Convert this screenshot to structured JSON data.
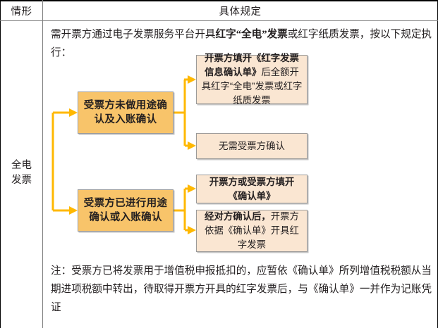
{
  "table": {
    "headers": [
      "情形",
      "具体规定"
    ],
    "row_label": "全电\n发票"
  },
  "intro": {
    "part1": "需开票方通过电子发票服务平台开具",
    "bold": "红字“全电”发票",
    "part2": "或红字纸质发票，按以下规定执行："
  },
  "flowchart": {
    "type": "flow-diagram",
    "accent_color": "#ffb800",
    "node_main_fill": "#f8c46a",
    "node_sub_fill": "#fae6d2",
    "node_border": "#9a9a9a",
    "branches": [
      {
        "condition": "受票方未做用途确\n认及入账确认",
        "outcomes": [
          {
            "bold": "开票方填开《红字发票信息确认单》",
            "rest": "后全额开具红字“全电”发票或红字纸质发票"
          },
          {
            "bold": "",
            "rest": "无需受票方确认"
          }
        ]
      },
      {
        "condition": "受票方已进行用途\n确认或入账确认",
        "outcomes": [
          {
            "bold": "开票方或受票方填开《确认单》",
            "rest": ""
          },
          {
            "bold": "经对方确认后，",
            "rest": "开票方依据《确认单》开具红字发票"
          }
        ]
      }
    ]
  },
  "note": {
    "text": "注：受票方已将发票用于增值税申报抵扣的，应暂依《确认单》所列增值税税额从当期进项税额中转出，待取得开票方开具的红字发票后，与《确认单》一并作为记账凭证"
  }
}
